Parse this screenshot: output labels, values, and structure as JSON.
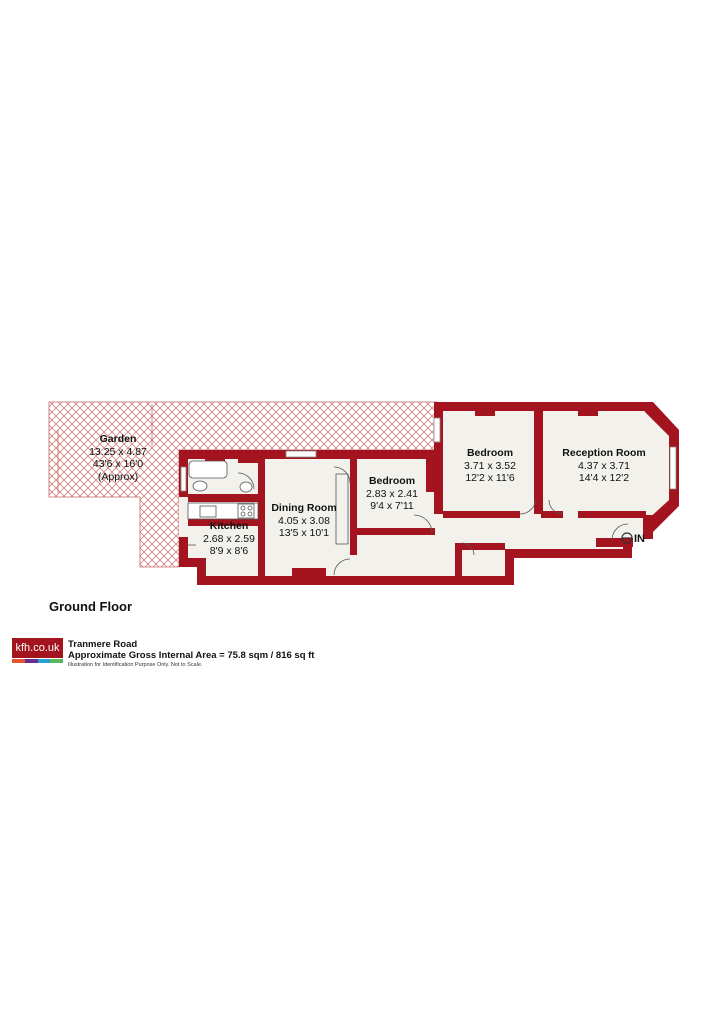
{
  "colors": {
    "wall": "#a3141f",
    "floor": "#f2f1ec",
    "hatch": "#c86a6a",
    "text": "#111111"
  },
  "rooms": {
    "garden": {
      "name": "Garden",
      "metric": "13.25 x 4.87",
      "imperial": "43'6 x 16'0",
      "note": "(Approx)"
    },
    "bedroom_large": {
      "name": "Bedroom",
      "metric": "3.71 x 3.52",
      "imperial": "12'2 x 11'6"
    },
    "reception": {
      "name": "Reception Room",
      "metric": "4.37 x 3.71",
      "imperial": "14'4 x 12'2"
    },
    "bedroom_small": {
      "name": "Bedroom",
      "metric": "2.83 x 2.41",
      "imperial": "9'4 x 7'11"
    },
    "dining": {
      "name": "Dining Room",
      "metric": "4.05 x 3.08",
      "imperial": "13'5 x 10'1"
    },
    "kitchen": {
      "name": "Kitchen",
      "metric": "2.68 x 2.59",
      "imperial": "8'9 x 8'6"
    }
  },
  "entrance_label": "IN",
  "floor_label": "Ground Floor",
  "logo": {
    "text": "kfh.co.uk",
    "stripe_colors": [
      "#e4572e",
      "#6a2c91",
      "#2a9fd6",
      "#5cb85c"
    ]
  },
  "caption": {
    "address": "Tranmere Road",
    "area": "Approximate Gross Internal Area = 75.8 sqm / 816 sq ft",
    "disclaimer": "Illustration for Identification Purpose Only. Not to Scale."
  }
}
